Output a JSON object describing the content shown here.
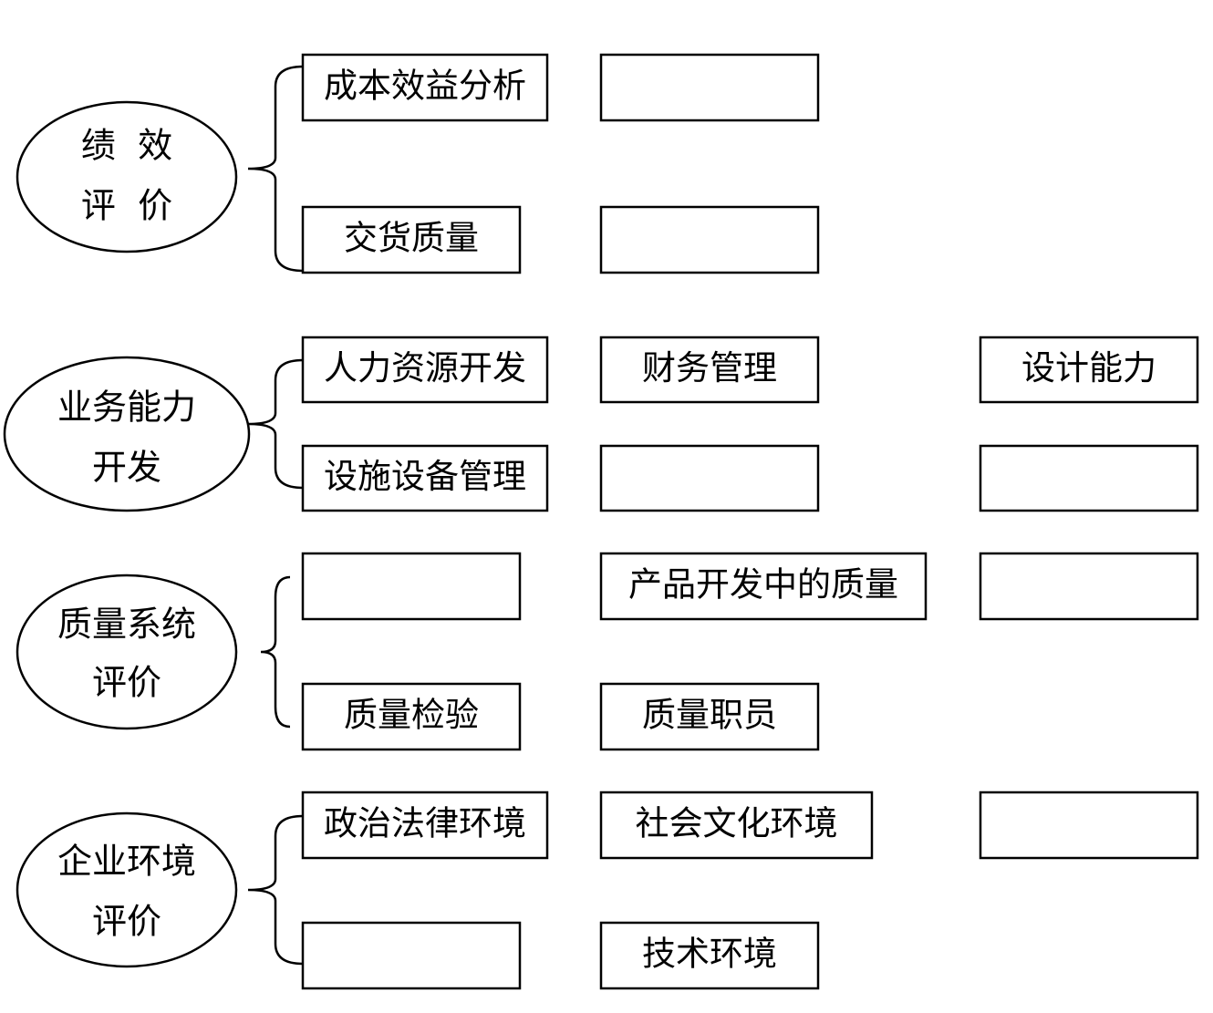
{
  "groups": [
    {
      "id": "performance",
      "ellipse_lines": [
        "绩  效",
        "评  价"
      ],
      "boxes": [
        {
          "row": 1,
          "col": 1,
          "text": "成本效益分析"
        },
        {
          "row": 1,
          "col": 2,
          "text": ""
        },
        {
          "row": 2,
          "col": 1,
          "text": "交货质量"
        },
        {
          "row": 2,
          "col": 2,
          "text": ""
        }
      ]
    },
    {
      "id": "business-capability",
      "ellipse_lines": [
        "业务能力",
        "开发"
      ],
      "boxes": [
        {
          "row": 1,
          "col": 1,
          "text": "人力资源开发"
        },
        {
          "row": 1,
          "col": 2,
          "text": "财务管理"
        },
        {
          "row": 1,
          "col": 3,
          "text": "设计能力"
        },
        {
          "row": 2,
          "col": 1,
          "text": "设施设备管理"
        },
        {
          "row": 2,
          "col": 2,
          "text": ""
        },
        {
          "row": 2,
          "col": 3,
          "text": ""
        }
      ]
    },
    {
      "id": "quality-system",
      "ellipse_lines": [
        "质量系统",
        "评价"
      ],
      "boxes": [
        {
          "row": 1,
          "col": 1,
          "text": ""
        },
        {
          "row": 1,
          "col": 2,
          "text": "产品开发中的质量"
        },
        {
          "row": 1,
          "col": 3,
          "text": ""
        },
        {
          "row": 2,
          "col": 1,
          "text": "质量检验"
        },
        {
          "row": 2,
          "col": 2,
          "text": "质量职员"
        }
      ]
    },
    {
      "id": "enterprise-environment",
      "ellipse_lines": [
        "企业环境",
        "评价"
      ],
      "boxes": [
        {
          "row": 1,
          "col": 1,
          "text": "政治法律环境"
        },
        {
          "row": 1,
          "col": 2,
          "text": "社会文化环境"
        },
        {
          "row": 1,
          "col": 3,
          "text": ""
        },
        {
          "row": 2,
          "col": 1,
          "text": ""
        },
        {
          "row": 2,
          "col": 2,
          "text": "技术环境"
        }
      ]
    }
  ]
}
